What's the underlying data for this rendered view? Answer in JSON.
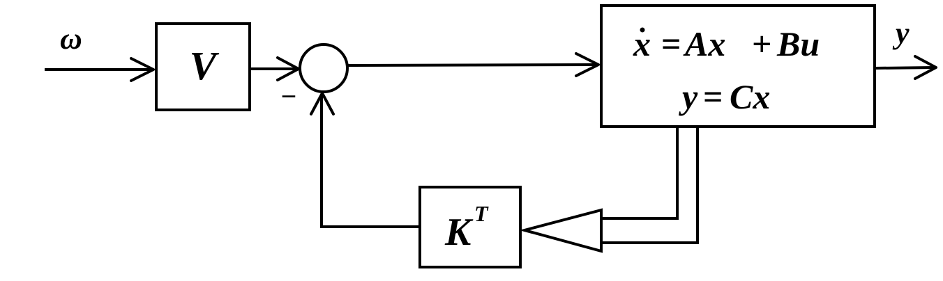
{
  "signals": {
    "input": "ω",
    "output": "y",
    "minus_sign": "−"
  },
  "blocks": {
    "precompensator": "V",
    "gain": {
      "base": "K",
      "superscript": "T"
    },
    "plant": {
      "eq1": {
        "lhs": "x",
        "eq": "=",
        "rhs_a": "Ax",
        "plus": "+",
        "rhs_b": "Bu"
      },
      "eq2": {
        "lhs": "y",
        "eq": "=",
        "rhs": "Cx"
      }
    }
  }
}
